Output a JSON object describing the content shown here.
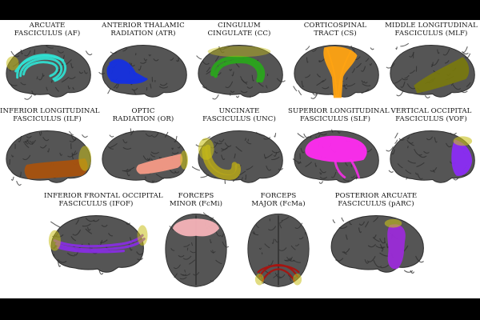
{
  "panels": [
    {
      "line1": "ARCUATE",
      "line2": "FASCICULUS (AF)",
      "tract_color": "#2fe6d6",
      "view": "sagittal-left"
    },
    {
      "line1": "ANTERIOR THALAMIC",
      "line2": "RADIATION (ATR)",
      "tract_color": "#1530e0",
      "view": "sagittal-left"
    },
    {
      "line1": "CINGULUM",
      "line2": "CINGULATE (CC)",
      "tract_color": "#2aa51c",
      "view": "sagittal-left"
    },
    {
      "line1": "CORTICOSPINAL",
      "line2": "TRACT (CS)",
      "tract_color": "#ffa312",
      "view": "sagittal-left"
    },
    {
      "line1": "MIDDLE LONGITUDINAL",
      "line2": "FASCICULUS (MLF)",
      "tract_color": "#7a7a0c",
      "view": "sagittal-left"
    },
    {
      "line1": "INFERIOR LONGITUDINAL",
      "line2": "FASCICULUS (ILF)",
      "tract_color": "#a8520e",
      "view": "sagittal-left"
    },
    {
      "line1": "OPTIC",
      "line2": "RADIATION (OR)",
      "tract_color": "#f59a86",
      "view": "sagittal-left"
    },
    {
      "line1": "UNCINATE",
      "line2": "FASCICULUS (UNC)",
      "tract_color": "#b5a61a",
      "view": "sagittal-left"
    },
    {
      "line1": "SUPERIOR LONGITUDINAL",
      "line2": "FASCICULUS (SLF)",
      "tract_color": "#ff2bf0",
      "view": "sagittal-left"
    },
    {
      "line1": "VERTICAL OCCIPITAL",
      "line2": "FASCICULUS (VOF)",
      "tract_color": "#8b2cf5",
      "view": "sagittal-left"
    },
    {
      "line1": "INFERIOR FRONTAL OCCIPITAL",
      "line2": "FASCICULUS (IFOF)",
      "tract_color": "#8a2be8",
      "view": "sagittal-left"
    },
    {
      "line1": "FORCEPS",
      "line2": "MINOR (FcMi)",
      "tract_color": "#f5b3b8",
      "view": "axial"
    },
    {
      "line1": "FORCEPS",
      "line2": "MAJOR (FcMa)",
      "tract_color": "#a81410",
      "view": "axial"
    },
    {
      "line1": "POSTERIOR ARCUATE",
      "line2": "FASCICULUS (pARC)",
      "tract_color": "#9b2bd8",
      "view": "sagittal-left"
    }
  ],
  "colors": {
    "background": "#ffffff",
    "frame": "#000000",
    "cortex": "#555555",
    "cortex_dark": "#2f2f2f",
    "endpoint_highlight": "#c8c01a"
  }
}
